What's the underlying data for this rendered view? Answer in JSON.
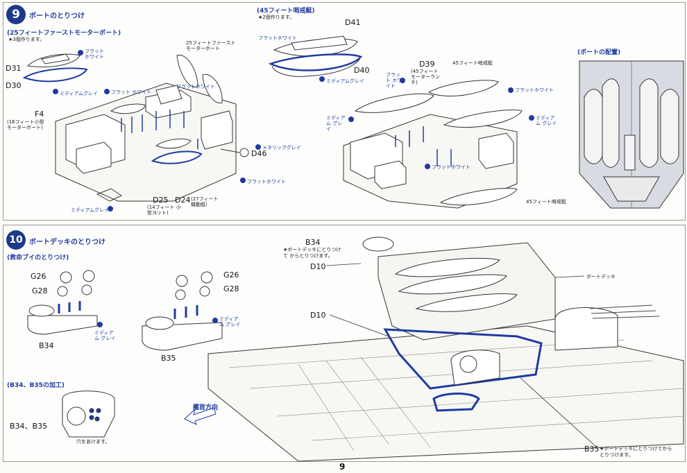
{
  "step9": {
    "number": "9",
    "title": "ボートのとりつけ",
    "sub_25ft": "(25フィートファーストモーターボート)",
    "note_25ft": "★3個作ります。",
    "sub_45ft": "(45フィート哨戒艇)",
    "note_45ft": "★2個作ります。",
    "sub_layout": "(ボートの配置)",
    "labels": {
      "flat_white": "フラット ホワイト",
      "flat_white_a": "フラット ホワイト",
      "flat_white_b": "フラットホワイト",
      "flat_white_c": "フラットホワイト",
      "flat_white_d": "フラットホワイト",
      "flat_white_e": "フラットホワイト",
      "flat_white_f": "フラット ホワイト",
      "flat_white_g": "フラットホワイト",
      "medium_grey_a": "ミディアムグレイ",
      "medium_grey_b": "ミディアムグレイ",
      "medium_grey_c": "ミディアムグレイ",
      "medium_grey_d": "ミディアム グレイ",
      "medium_grey_e": "ミディアム グレイ",
      "metallic_grey": "メタリックグレイ",
      "boat_16ft": "(16フィート小型 モーターボート)",
      "boat_25ft_first": "25フィートファースト モーターボート",
      "boat_14ft": "(14フィート 小型ヨット)",
      "boat_27ft": "(27フィート 機動艇)",
      "boat_45ft_launch": "(45フィート モーターランチ)",
      "boat_45ft_patrol_a": "45フィート哨戒艇",
      "boat_45ft_patrol_b": "45フィート哨戒艇"
    },
    "parts": {
      "d31": "D31",
      "d30": "D30",
      "f4": "F4",
      "d25": "D25",
      "d24": "D24",
      "d46": "D46",
      "d41": "D41",
      "d40": "D40",
      "d39": "D39"
    }
  },
  "step10": {
    "number": "10",
    "title": "ボートデッキのとりつけ",
    "sub_buoy": "(救命ブイのとりつけ)",
    "sub_b34b35": "(B34、B35の加工)",
    "direction": "艦首方向",
    "boat_deck": "ボートデッキ",
    "hole_note": "穴をあけます。",
    "b34_note": "★ボートデッキにとりつけて からとりつけます。",
    "b35_note": "★ボートデッキにとりつけてから とりつけます。",
    "labels": {
      "medium_grey_a": "ミディアム グレイ",
      "medium_grey_b": "ミディアム グレイ"
    },
    "parts": {
      "g26a": "G26",
      "g28a": "G28",
      "g26b": "G26",
      "g28b": "G28",
      "b34": "B34",
      "b35": "B35",
      "b34_top": "B34",
      "d10a": "D10",
      "d10b": "D10",
      "b34b35": "B34、B35",
      "b35_bottom": "B35"
    }
  },
  "page_number": "9",
  "colors": {
    "accent": "#1f3aa3",
    "badge": "#1d3a8a"
  }
}
